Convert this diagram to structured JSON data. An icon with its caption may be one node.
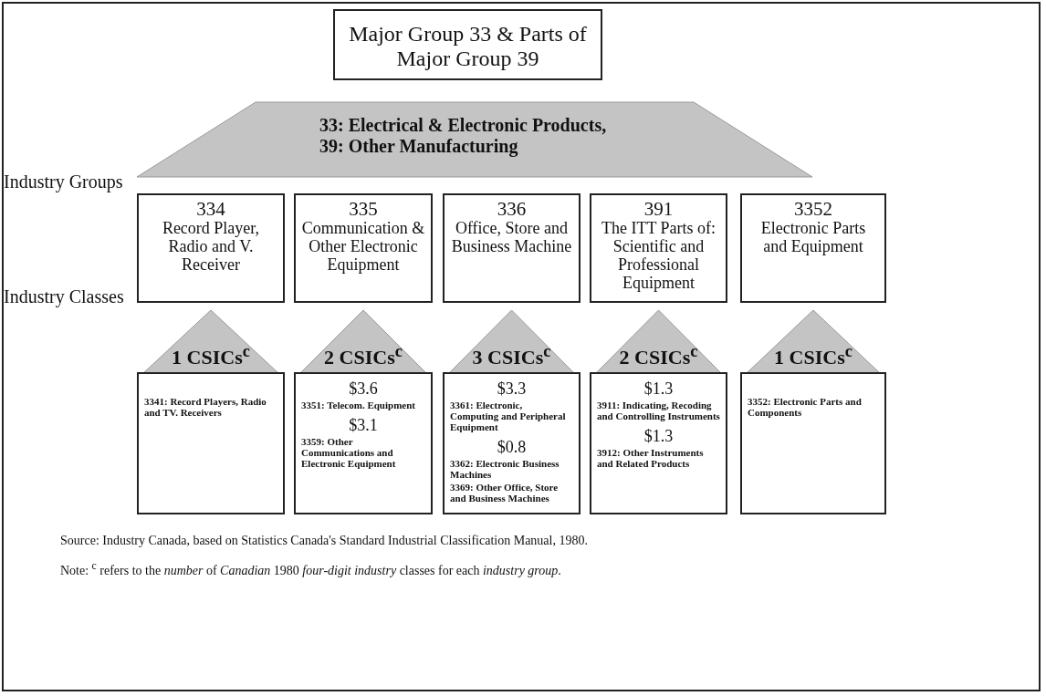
{
  "diagram": {
    "nodes": [
      {
        "text": [
          "Major Group 33 & Parts of Major Group 39"
        ]
      },
      {
        "text": [
          "33: Electrical & Electronic Products, 39: Other Manufacturing"
        ]
      },
      {
        "text": [
          "334",
          "Record Player, Radio and V. Receiver"
        ]
      },
      {
        "text": [
          "335",
          "Communication & Other Electronic Equipment"
        ]
      },
      {
        "text": [
          "336",
          "Office, Store and Business Machine"
        ]
      },
      {
        "text": [
          "391",
          "The ITT Parts of: Scientific and Professional Equipment"
        ]
      },
      {
        "text": [
          "3352",
          "Electronic Parts and Equipment"
        ]
      },
      {
        "text": [
          "1 CSICs$^{c}$"
        ]
      },
      {
        "text": [
          "2 CSICs$^{c}$"
        ]
      },
      {
        "text": [
          "3 CSICs$^{c}$"
        ]
      },
      {
        "text": [
          "2 CSICs$^{c}$"
        ]
      },
      {
        "text": [
          "1 CSICs$^{c}$"
        ]
      },
      {
        "text": [
          "3341: Record Players, Radio and TV. Receivers"
        ]
      },
      {
        "text": [
          "$3.6",
          "3351: Telecom. Equipment",
          "$3.1",
          "3359: Other Communications and Electronic Equipment"
        ]
      },
      {
        "text": [
          "$3.3",
          "3361: Electronic, Computing and Peripheral Equipment",
          "$0.8",
          "3362: Electronic Business Machines",
          "3369: Other Office, Store and Business Machines"
        ]
      },
      {
        "text": [
          "$1.3",
          "3911: Indicating, Recoding and Controlling Instruments",
          "$1.3",
          "3912: Other Instruments and Related Products"
        ]
      },
      {
        "text": [
          "3352: Electronic Parts and Components"
        ]
      }
    ],
    "labels": [
      "Industry Groups",
      "Industry Classes",
      "Source: Industry Canada, based on Statistics Canada's Standard Industrial Classification Manual, 1980.",
      "Note: $^{c}$ refers to the *number* of *Canadian* 1980 *four-digit* *industry* classes for each *industry group*."
    ]
  }
}
